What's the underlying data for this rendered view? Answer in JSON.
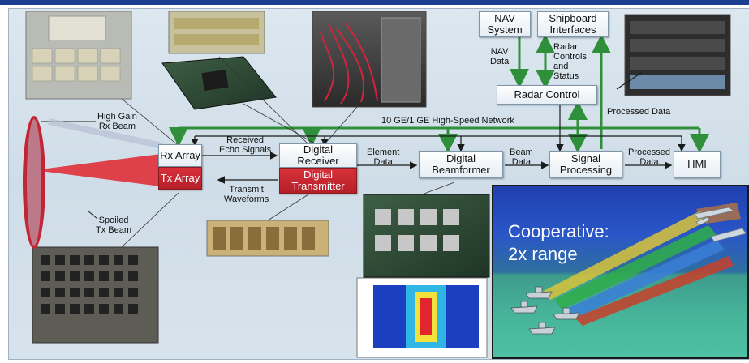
{
  "diagram": {
    "blocks": {
      "nav_system": "NAV\nSystem",
      "shipboard_interfaces": "Shipboard\nInterfaces",
      "radar_control": "Radar Control",
      "rx_array": "Rx Array",
      "tx_array": "Tx Array",
      "digital_receiver": "Digital\nReceiver",
      "digital_transmitter": "Digital\nTransmitter",
      "digital_beamformer": "Digital\nBeamformer",
      "signal_processing": "Signal\nProcessing",
      "hmi": "HMI"
    },
    "labels": {
      "nav_data": "NAV\nData",
      "radar_controls": "Radar\nControls\nand\nStatus",
      "processed_data_top": "Processed Data",
      "network": "10 GE/1 GE High-Speed Network",
      "received_echo": "Received\nEcho Signals",
      "transmit_waveforms": "Transmit\nWaveforms",
      "element_data": "Element\nData",
      "beam_data": "Beam\nData",
      "processed_data": "Processed\nData",
      "high_gain": "High Gain\nRx Beam",
      "spoiled": "Spoiled\nTx Beam"
    },
    "colors": {
      "network_green": "#2f8f3a",
      "tx_red": "#c0222c",
      "beam_red": "#e0303a"
    }
  },
  "inset": {
    "text": "Cooperative:\n2x range"
  }
}
